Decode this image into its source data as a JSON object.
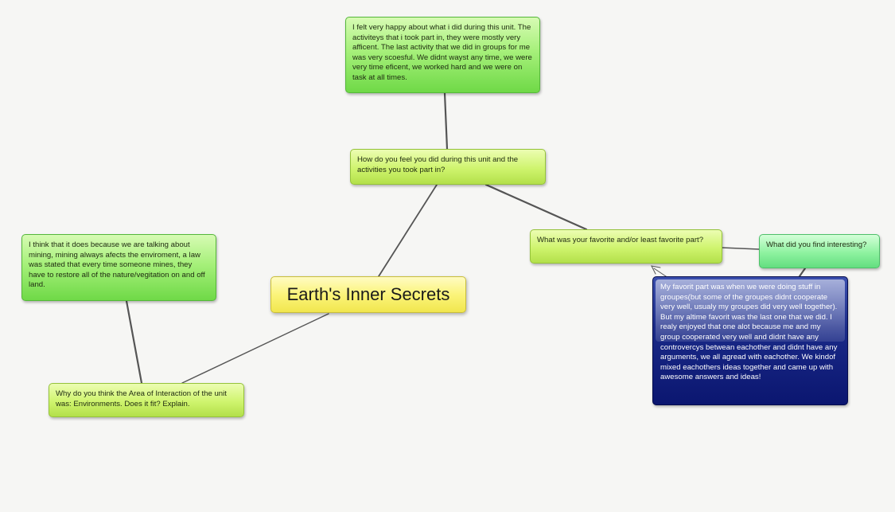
{
  "central_topic": "Earth's Inner Secrets",
  "nodes": {
    "reflection": "I felt very happy about what i did during this unit. The activiteys that i took part in, they were mostly very afficent. The last activity that we did in groups for me was very scoesful. We didnt wayst any time, we were very time eficent, we worked hard and we were on task at all times.",
    "how_did_you_feel": "How do you feel you did during this unit and the activities you took part in?",
    "favorite_question": "What was your favorite and/or least favorite part?",
    "interesting_question": "What did you find interesting?",
    "favorite_answer": "My favorit part was when we were doing stuff in groupes(but some of the groupes didnt cooperate very well, usualy my groupes did very well together). But my altime favorit was the last one that we did. I realy enjoyed that one alot because me and my group cooperated very well and didnt have any controvercys betwean eachother and didnt have any arguments, we all agread with eachother. We kindof mixed eachothers ideas together and came up with awesome answers and ideas!",
    "mining_answer": "I think that it does because we are talking about mining, mining always afects the enviroment, a law was stated  that every time someone mines, they have to restore all of the nature/vegitation on and off land.",
    "area_question": "Why do you think the Area of Interaction of the unit was:  Environments.  Does it fit? Explain."
  },
  "colors": {
    "central": "#fbf47a",
    "green_topic": "#8fe860",
    "lime_topic": "#cff46e",
    "mint_topic": "#8ef2a0",
    "navy_topic": "#1a2a88",
    "connector": "#555555"
  }
}
